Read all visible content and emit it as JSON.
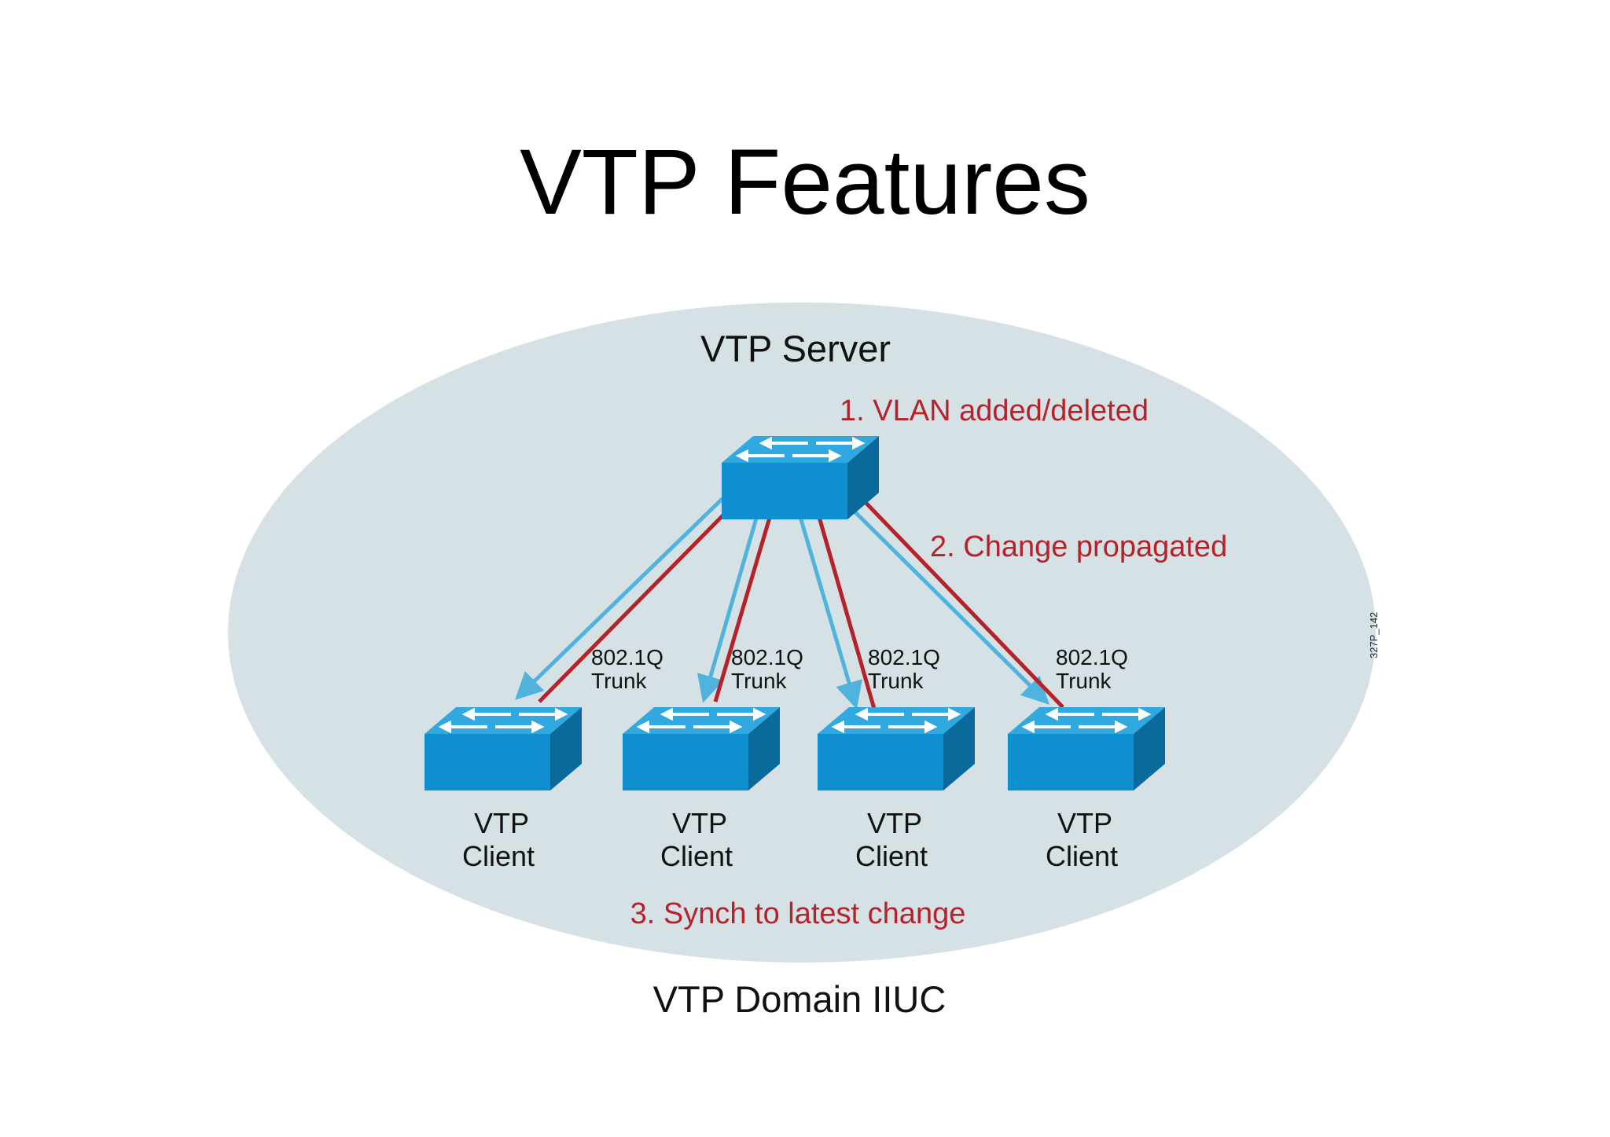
{
  "title": "VTP Features",
  "domain_label": "VTP Domain IIUC",
  "server": {
    "label": "VTP Server"
  },
  "steps": {
    "step1": "1. VLAN added/deleted",
    "step2": "2. Change propagated",
    "step3": "3. Synch to latest change"
  },
  "clients": [
    {
      "line1": "VTP",
      "line2": "Client",
      "trunk_line1": "802.1Q",
      "trunk_line2": "Trunk"
    },
    {
      "line1": "VTP",
      "line2": "Client",
      "trunk_line1": "802.1Q",
      "trunk_line2": "Trunk"
    },
    {
      "line1": "VTP",
      "line2": "Client",
      "trunk_line1": "802.1Q",
      "trunk_line2": "Trunk"
    },
    {
      "line1": "VTP",
      "line2": "Client",
      "trunk_line1": "802.1Q",
      "trunk_line2": "Trunk"
    }
  ],
  "figure_id": "327P_142",
  "colors": {
    "domain_fill": "#d6e1e6",
    "red_link": "#b5222a",
    "blue_link": "#4fb3de",
    "switch_top": "#2fa9e0",
    "switch_front": "#0f8fcf",
    "switch_side": "#0b6a9c"
  }
}
